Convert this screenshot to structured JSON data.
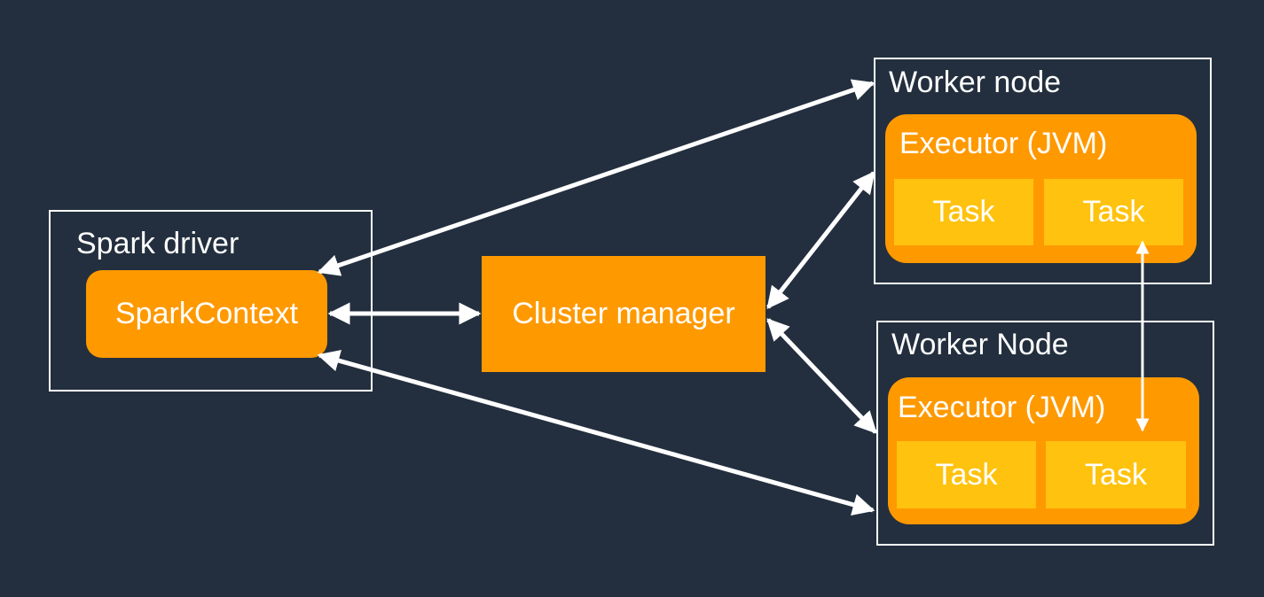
{
  "driver": {
    "title": "Spark driver",
    "context_label": "SparkContext"
  },
  "cluster_manager": {
    "label": "Cluster manager"
  },
  "worker_top": {
    "title": "Worker node",
    "executor_label": "Executor (JVM)",
    "tasks": [
      "Task",
      "Task"
    ]
  },
  "worker_bottom": {
    "title": "Worker Node",
    "executor_label": "Executor (JVM)",
    "tasks": [
      "Task",
      "Task"
    ]
  },
  "colors": {
    "background": "#232f3e",
    "orange": "#ff9900",
    "task": "#ffc20e",
    "line": "#ffffff"
  }
}
